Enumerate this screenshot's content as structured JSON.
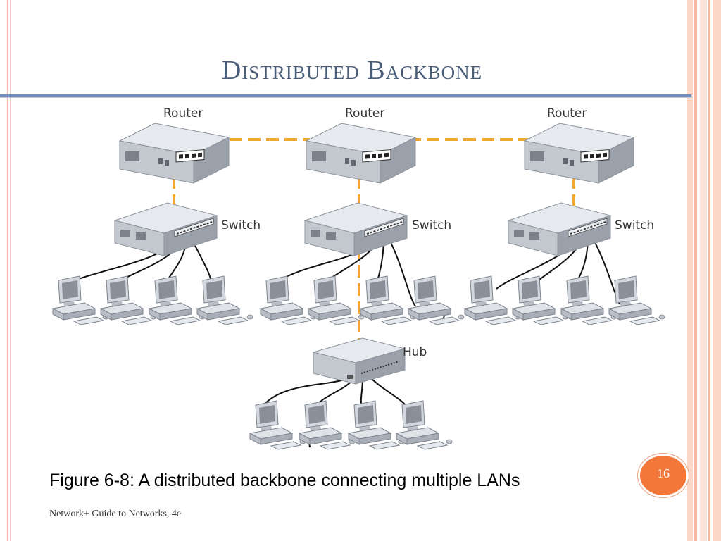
{
  "slide": {
    "title": "Distributed Backbone",
    "caption": "Figure 6-8: A distributed backbone connecting multiple LANs",
    "footer": "Network+ Guide to Networks, 4e",
    "page_number": "16"
  },
  "diagram": {
    "routers": [
      {
        "label": "Router"
      },
      {
        "label": "Router"
      },
      {
        "label": "Router"
      }
    ],
    "switches": [
      {
        "label": "Switch"
      },
      {
        "label": "Switch"
      },
      {
        "label": "Switch"
      }
    ],
    "hub": {
      "label": "Hub"
    },
    "workstation_groups": [
      4,
      4,
      4,
      4
    ],
    "backbone_color": "#f0a830",
    "device_color": "#c9ced6"
  },
  "colors": {
    "title": "#4a5d78",
    "title_rule": "#6f8fc2",
    "badge": "#f4773a",
    "stripe": "#f6b9a0"
  }
}
